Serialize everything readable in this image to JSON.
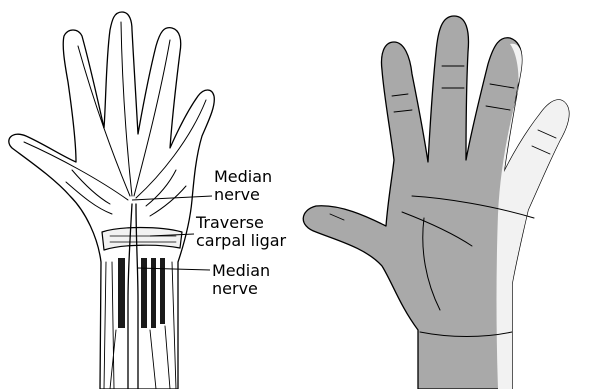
{
  "labels": {
    "median_nerve_top_line1": "Median",
    "median_nerve_top_line2": "nerve",
    "carpal_line1": "Traverse",
    "carpal_line2": "carpal ligar",
    "median_nerve_bottom_line1": "Median",
    "median_nerve_bottom_line2": "nerve"
  },
  "colors": {
    "ink": "#000000",
    "shading": "#a9a9a9",
    "paper": "#ffffff"
  }
}
